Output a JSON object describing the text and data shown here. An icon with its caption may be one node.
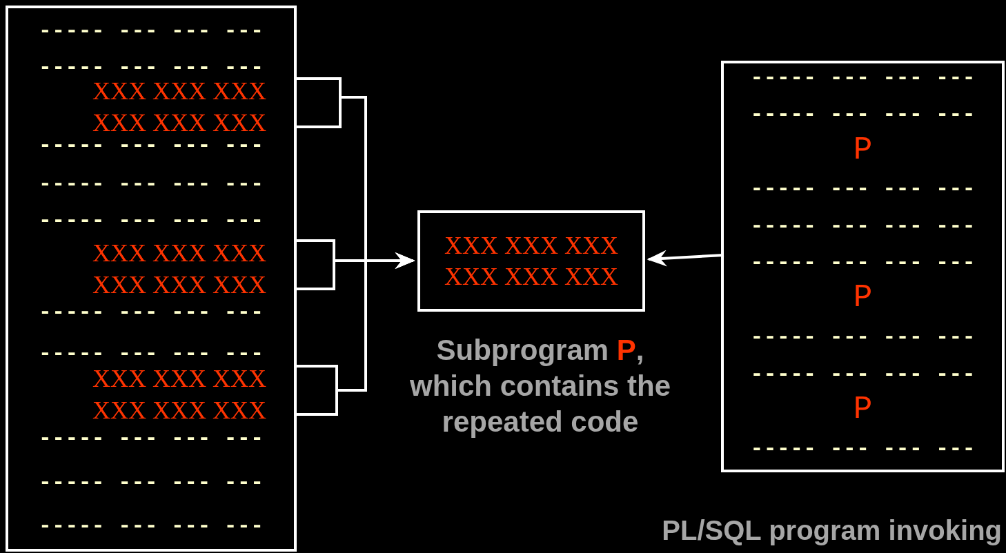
{
  "diagram": {
    "nodes": [
      {
        "text": [
          "----- --- --- ---",
          "----- --- --- ---",
          "----- --- --- ---",
          "----- --- --- ---",
          "----- --- --- ---",
          "----- --- --- ---",
          "----- --- --- ---",
          "----- --- --- ---",
          "----- --- --- ---",
          "----- --- --- ---"
        ]
      },
      {
        "text": [
          "XXX XXX XXX XXX XXX XXX"
        ],
        "in": 0
      },
      {
        "text": [
          "XXX XXX XXX XXX XXX XXX"
        ],
        "in": 0
      },
      {
        "text": [
          "XXX XXX XXX XXX XXX XXX"
        ],
        "in": 0
      },
      {
        "text": [
          "XXX XXX XXX XXX XXX XXX"
        ],
        "beside": [
          "Subprogram **P**, which contains the repeated code"
        ]
      },
      {
        "text": [
          "----- --- --- ---",
          "----- --- --- ---",
          "P",
          "----- --- --- ---",
          "----- --- --- ---",
          "----- --- --- ---",
          "P",
          "----- --- --- ---",
          "----- --- --- ---",
          "P",
          "----- --- --- ---"
        ],
        "beside": [
          "PL/SQL program invoking"
        ]
      }
    ],
    "edges": [
      {
        "from": 1,
        "to": 4,
        "arrow": "to"
      },
      {
        "from": 2,
        "to": 4,
        "arrow": "to"
      },
      {
        "from": 3,
        "to": 4,
        "arrow": "to"
      },
      {
        "from": 5,
        "to": 4,
        "arrow": "to"
      }
    ]
  }
}
